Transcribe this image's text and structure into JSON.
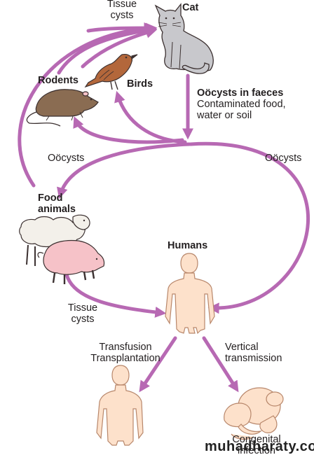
{
  "colors": {
    "arrow": "#b769b3",
    "skin": "#fde1cb",
    "skin_stroke": "#b8876b",
    "cat": "#c8c8cc",
    "rodent": "#8a6c52",
    "bird": "#b3673b",
    "sheep": "#f3f0ea",
    "pig": "#f6c2c8",
    "outline": "#3b3030"
  },
  "nodes": {
    "tissue_cysts_top": [
      "Tissue",
      "cysts"
    ],
    "cat": "Cat",
    "rodents": "Rodents",
    "birds": "Birds",
    "faeces": [
      "Oöcysts in faeces",
      "Contaminated food,",
      "water or soil"
    ],
    "oocysts_left": "Oöcysts",
    "oocysts_right": "Oöcysts",
    "food_animals": [
      "Food",
      "animals"
    ],
    "humans": "Humans",
    "tissue_cysts_bottom": [
      "Tissue",
      "cysts"
    ],
    "transfusion": [
      "Transfusion",
      "Transplantation"
    ],
    "vertical": [
      "Vertical",
      "transmission"
    ],
    "congenital": [
      "Congenital",
      "infection"
    ]
  },
  "watermark": "muhadharaty.com",
  "icons": [
    "cat-icon",
    "bird-icon",
    "rodent-icon",
    "sheep-icon",
    "pig-icon",
    "human-adult-icon",
    "human-recipient-icon",
    "infant-icon"
  ]
}
